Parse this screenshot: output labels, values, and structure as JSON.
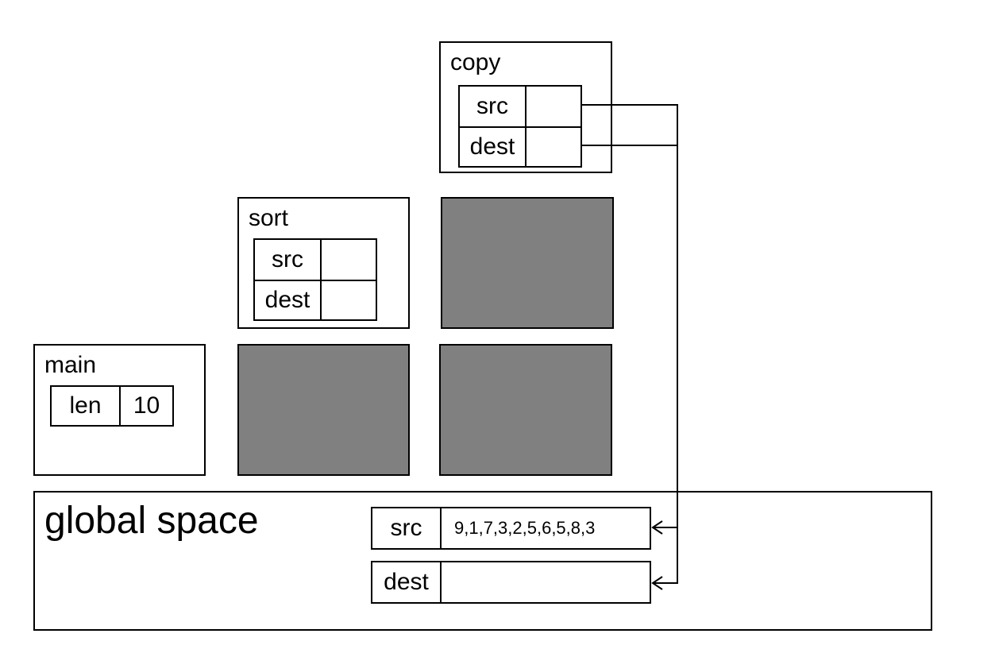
{
  "frames": {
    "copy": {
      "title": "copy",
      "vars": [
        {
          "name": "src",
          "value": ""
        },
        {
          "name": "dest",
          "value": ""
        }
      ]
    },
    "sort": {
      "title": "sort",
      "vars": [
        {
          "name": "src",
          "value": ""
        },
        {
          "name": "dest",
          "value": ""
        }
      ]
    },
    "main": {
      "title": "main",
      "vars": [
        {
          "name": "len",
          "value": "10"
        }
      ]
    }
  },
  "global": {
    "title": "global space",
    "vars": [
      {
        "name": "src",
        "value": "9,1,7,3,2,5,6,5,8,3"
      },
      {
        "name": "dest",
        "value": ""
      }
    ]
  },
  "colors": {
    "inactive_frame": "#808080",
    "line": "#000000"
  }
}
